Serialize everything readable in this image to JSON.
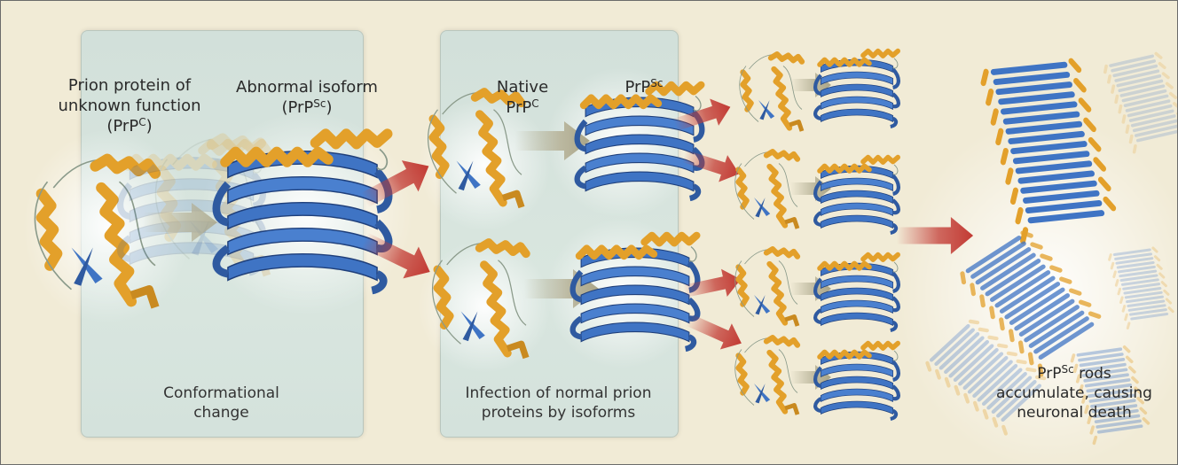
{
  "labels": {
    "prpc_title_l1": "Prion protein of",
    "prpc_title_l2": "unknown function",
    "prpc_abbr_base": "(PrP",
    "prpc_abbr_sup": "C",
    "prpc_abbr_end": ")",
    "abnormal_l1": "Abnormal isoform",
    "abnormal_abbr_base": "(PrP",
    "abnormal_abbr_sup": "Sc",
    "abnormal_abbr_end": ")",
    "native_l1": "Native",
    "native_abbr_base": "PrP",
    "native_abbr_sup": "C",
    "prpsc_base": "PrP",
    "prpsc_sup": "Sc"
  },
  "captions": {
    "panel1_l1": "Conformational",
    "panel1_l2": "change",
    "panel2_l1": "Infection of normal prion",
    "panel2_l2": "proteins by isoforms",
    "rods_base": "PrP",
    "rods_sup": "Sc",
    "rods_l1_rest": " rods",
    "rods_l2": "accumulate, causing",
    "rods_l3": "neuronal death"
  },
  "colors": {
    "helix": "#e3a02a",
    "sheet": "#3f74c4",
    "red_arrow": "#c23a33",
    "gray_arrow": "#b5b095",
    "panel": "#d6e3dd",
    "background": "#f1ebd6"
  }
}
